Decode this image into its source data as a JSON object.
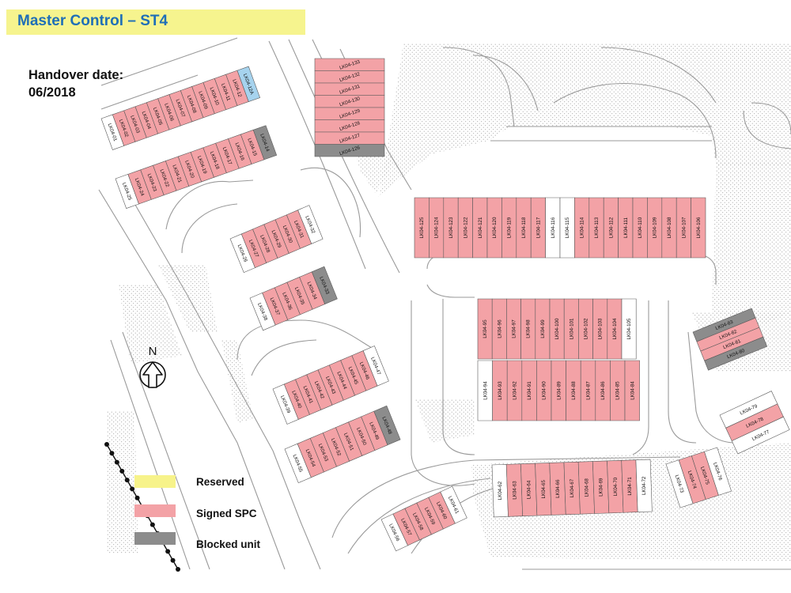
{
  "title": "Master Control – ST4",
  "handover": {
    "label": "Handover date:",
    "date": "06/2018"
  },
  "legend": [
    {
      "label": "Reserved",
      "color": "#f7f38a"
    },
    {
      "label": "Signed SPC",
      "color": "#f3a2a6"
    },
    {
      "label": "Blocked unit",
      "color": "#8c8c8c"
    }
  ],
  "compass": {
    "label": "N"
  },
  "lots": {
    "A": [
      "LK04-01",
      "LK04-02",
      "LK04-03",
      "LK04-04",
      "LK04-05",
      "LK04-06",
      "LK04-07",
      "LK04-08",
      "LK04-09",
      "LK04-10",
      "LK04-11",
      "LK04-12",
      "LK04-12A"
    ],
    "B": [
      "LK04-25",
      "LK04-24",
      "LK04-23",
      "LK04-22",
      "LK04-21",
      "LK04-20",
      "LK04-19",
      "LK04-18",
      "LK04-17",
      "LK04-16",
      "LK04-15",
      "LK04-14"
    ],
    "C": [
      "LK04-133",
      "LK04-132",
      "LK04-131",
      "LK04-130",
      "LK04-129",
      "LK04-128",
      "LK04-127",
      "LK04-126"
    ],
    "D": [
      "LK04-26",
      "LK04-27",
      "LK04-28",
      "LK04-29",
      "LK04-30",
      "LK04-31",
      "LK04-32"
    ],
    "E": [
      "LK04-38",
      "LK04-37",
      "LK04-36",
      "LK04-35",
      "LK04-34",
      "LK04-33"
    ],
    "F": [
      "LK04-125",
      "LK04-124",
      "LK04-123",
      "LK04-122",
      "LK04-121",
      "LK04-120",
      "LK04-119",
      "LK04-118",
      "LK04-117",
      "LK04-116",
      "LK04-115",
      "LK04-114",
      "LK04-113",
      "LK04-112",
      "LK04-111",
      "LK04-110",
      "LK04-109",
      "LK04-108",
      "LK04-107",
      "LK04-106"
    ],
    "G": [
      "LK04-95",
      "LK04-96",
      "LK04-97",
      "LK04-98",
      "LK04-99",
      "LK04-100",
      "LK04-101",
      "LK04-102",
      "LK04-103",
      "LK04-104",
      "LK04-105"
    ],
    "H": [
      "LK04-94",
      "LK04-93",
      "LK04-92",
      "LK04-91",
      "LK04-90",
      "LK04-89",
      "LK04-88",
      "LK04-87",
      "LK04-86",
      "LK04-85",
      "LK04-84"
    ],
    "I": [
      "LK04-39",
      "LK04-40",
      "LK04-41",
      "LK04-42",
      "LK04-43",
      "LK04-44",
      "LK04-45",
      "LK04-46",
      "LK04-47"
    ],
    "J": [
      "LK04-55",
      "LK04-54",
      "LK04-53",
      "LK04-52",
      "LK04-51",
      "LK04-50",
      "LK04-49",
      "LK04-48"
    ],
    "K": [
      "LK04-62",
      "LK04-63",
      "LK04-64",
      "LK04-65",
      "LK04-66",
      "LK04-67",
      "LK04-68",
      "LK04-69",
      "LK04-70",
      "LK04-71",
      "LK04-72"
    ],
    "L": [
      "LK04-56",
      "LK04-57",
      "LK04-58",
      "LK04-59",
      "LK04-60",
      "LK04-61"
    ],
    "M": [
      "LK04-73",
      "LK04-74",
      "LK04-75",
      "LK04-76"
    ],
    "N": [
      "LK04-83",
      "LK04-82",
      "LK04-81",
      "LK04-80"
    ],
    "O": [
      "LK04-79",
      "LK04-78",
      "LK04-77"
    ]
  },
  "status": {
    "reserved": [
      "LK04-12A"
    ],
    "signed": [
      "LK04-02",
      "LK04-03",
      "LK04-04",
      "LK04-05",
      "LK04-06",
      "LK04-07",
      "LK04-08",
      "LK04-09",
      "LK04-10",
      "LK04-11",
      "LK04-12",
      "LK04-24",
      "LK04-23",
      "LK04-22",
      "LK04-21",
      "LK04-20",
      "LK04-19",
      "LK04-18",
      "LK04-17",
      "LK04-16",
      "LK04-15",
      "LK04-133",
      "LK04-132",
      "LK04-131",
      "LK04-130",
      "LK04-129",
      "LK04-128",
      "LK04-127",
      "LK04-27",
      "LK04-28",
      "LK04-29",
      "LK04-30",
      "LK04-31",
      "LK04-37",
      "LK04-36",
      "LK04-35",
      "LK04-34",
      "LK04-125",
      "LK04-124",
      "LK04-123",
      "LK04-122",
      "LK04-121",
      "LK04-120",
      "LK04-119",
      "LK04-118",
      "LK04-117",
      "LK04-114",
      "LK04-113",
      "LK04-112",
      "LK04-111",
      "LK04-110",
      "LK04-109",
      "LK04-108",
      "LK04-107",
      "LK04-106",
      "LK04-95",
      "LK04-96",
      "LK04-97",
      "LK04-98",
      "LK04-99",
      "LK04-100",
      "LK04-101",
      "LK04-102",
      "LK04-103",
      "LK04-104",
      "LK04-93",
      "LK04-92",
      "LK04-91",
      "LK04-90",
      "LK04-89",
      "LK04-88",
      "LK04-87",
      "LK04-86",
      "LK04-85",
      "LK04-84",
      "LK04-40",
      "LK04-41",
      "LK04-42",
      "LK04-43",
      "LK04-44",
      "LK04-45",
      "LK04-46",
      "LK04-54",
      "LK04-53",
      "LK04-52",
      "LK04-51",
      "LK04-50",
      "LK04-49",
      "LK04-63",
      "LK04-64",
      "LK04-65",
      "LK04-66",
      "LK04-67",
      "LK04-68",
      "LK04-69",
      "LK04-70",
      "LK04-71",
      "LK04-57",
      "LK04-58",
      "LK04-59",
      "LK04-60",
      "LK04-74",
      "LK04-75",
      "LK04-82",
      "LK04-81",
      "LK04-78"
    ],
    "blocked": [
      "LK04-14",
      "LK04-126",
      "LK04-33",
      "LK04-48",
      "LK04-83",
      "LK04-80"
    ]
  }
}
